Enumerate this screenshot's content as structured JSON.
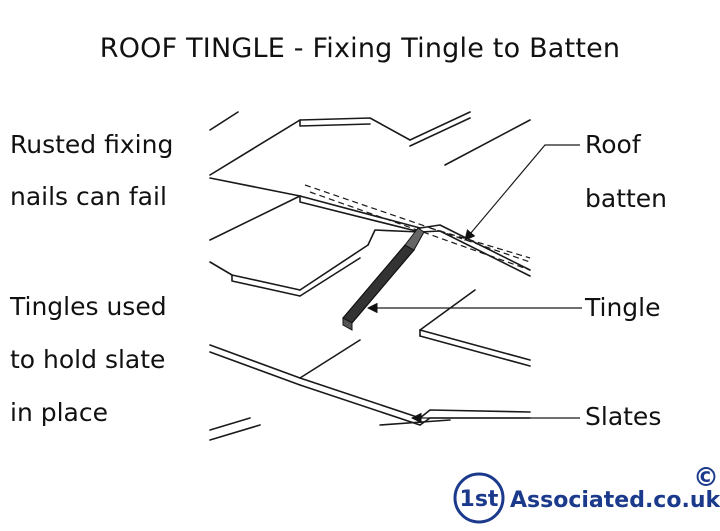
{
  "title": "ROOF TINGLE - Fixing Tingle to Batten",
  "annotations": {
    "left_top": [
      "Rusted fixing",
      "nails can fail"
    ],
    "left_bottom": [
      "Tingles used",
      "to hold slate",
      "in place"
    ],
    "right_roof_batten": [
      "Roof",
      "batten"
    ],
    "right_tingle": "Tingle",
    "right_slates": "Slates"
  },
  "brand": {
    "badge": "1st",
    "name": "Associated.co.uk",
    "copyright": "©",
    "color": "#1b3a8c"
  },
  "icons": [
    "tingle-strip",
    "roof-slates-drawing",
    "arrow-icon"
  ]
}
